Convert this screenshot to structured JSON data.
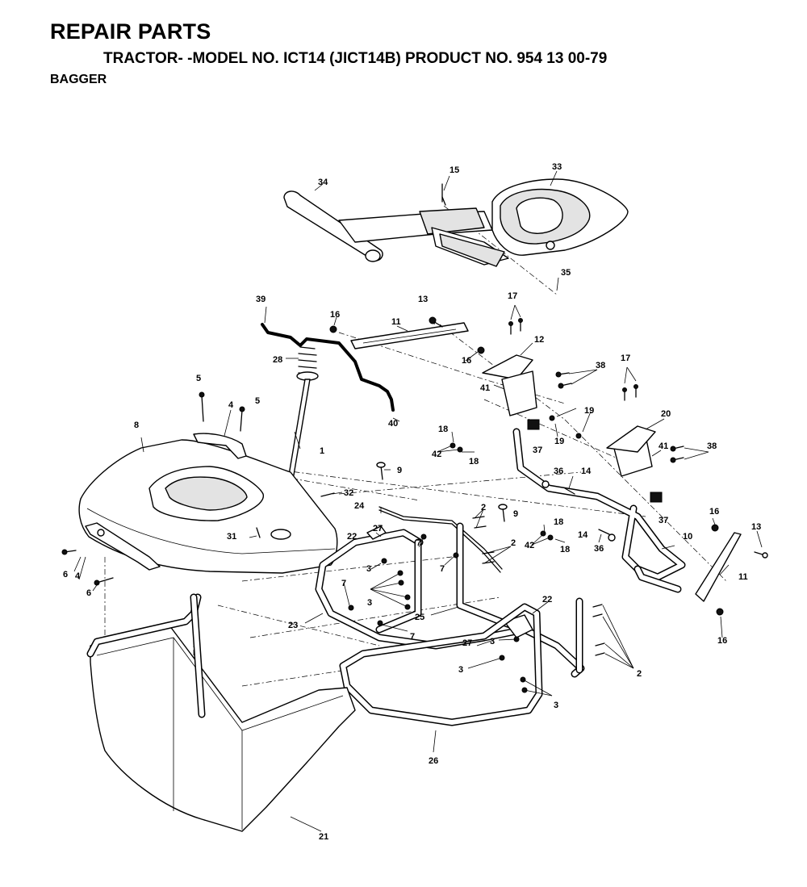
{
  "header": {
    "title": "REPAIR PARTS",
    "model_line": "TRACTOR- -MODEL NO. ICT14 (JICT14B) PRODUCT NO. 954 13 00-79",
    "section": "BAGGER"
  },
  "callouts": [
    "1",
    "2",
    "3",
    "4",
    "5",
    "6",
    "7",
    "8",
    "9",
    "10",
    "11",
    "12",
    "13",
    "14",
    "15",
    "16",
    "17",
    "18",
    "19",
    "20",
    "21",
    "22",
    "23",
    "24",
    "25",
    "26",
    "27",
    "28",
    "31",
    "32",
    "33",
    "34",
    "35",
    "36",
    "37",
    "38",
    "39",
    "40",
    "41",
    "42"
  ]
}
